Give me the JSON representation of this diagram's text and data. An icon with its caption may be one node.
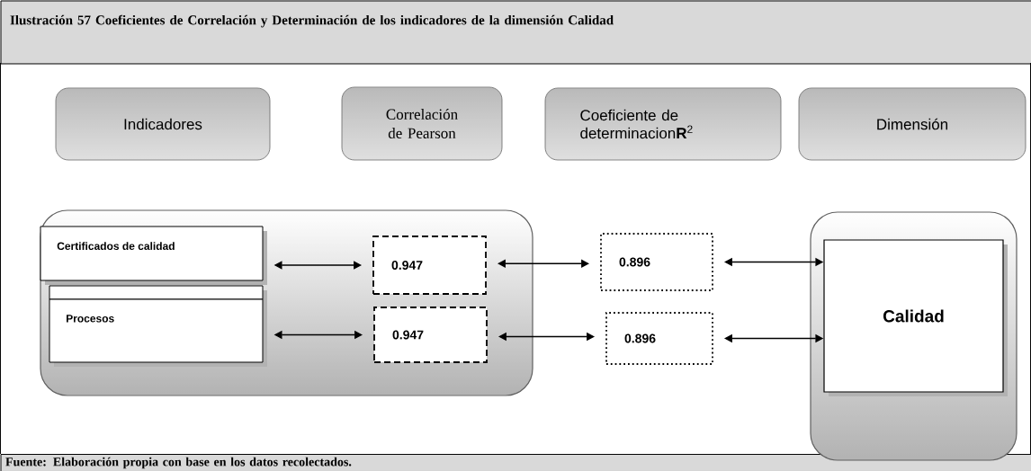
{
  "diagram": {
    "title": "Ilustración 57 Coeficientes de Correlación y Determinación de los indicadores de la dimensión Calidad",
    "caption": "Fuente: Elaboración propia con base en los datos recolectados.",
    "nodes": [
      {
        "text": [
          "Indicadores"
        ]
      },
      {
        "text": [
          "Correlación de Pearson"
        ]
      },
      {
        "text": [
          "Coeficiente de determinacion**R**$^{2}$"
        ]
      },
      {
        "text": [
          "Dimensión"
        ]
      },
      {
        "text": [],
        "shape": "box"
      },
      {
        "text": [
          "Certificados de calidad"
        ],
        "in": 4
      },
      {
        "text": [],
        "shape": "bar",
        "in": 4
      },
      {
        "text": [
          "Procesos"
        ],
        "in": 4
      },
      {
        "text": [
          "0.947"
        ],
        "in": 4
      },
      {
        "text": [
          "0.947"
        ],
        "in": 4
      },
      {
        "text": [
          "0.896"
        ]
      },
      {
        "text": [
          "0.896"
        ]
      },
      {
        "text": [],
        "shape": "box"
      },
      {
        "text": [
          "Calidad"
        ],
        "in": 12
      }
    ],
    "edges": [
      {
        "from": 5,
        "to": 8,
        "arrow": "both"
      },
      {
        "from": 7,
        "to": 9,
        "arrow": "both"
      },
      {
        "from": 8,
        "to": 10,
        "arrow": "both"
      },
      {
        "from": 9,
        "to": 11,
        "arrow": "both"
      },
      {
        "from": 10,
        "to": 13,
        "arrow": "both"
      },
      {
        "from": 11,
        "to": 13,
        "arrow": "both"
      }
    ]
  }
}
